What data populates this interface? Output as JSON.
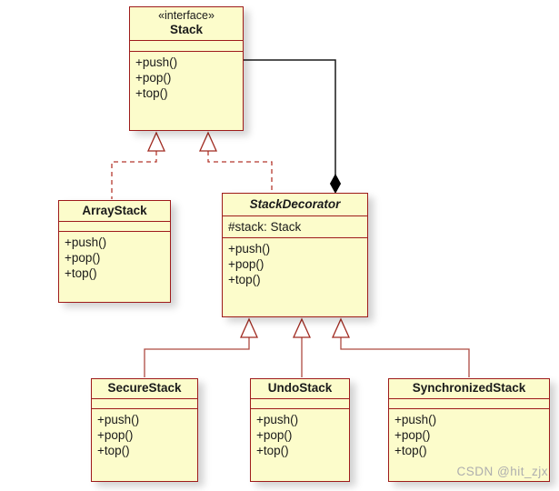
{
  "diagram": {
    "type": "uml-class-diagram",
    "watermark": "CSDN @hit_zjx",
    "colors": {
      "class_fill": "#fcfccb",
      "class_border": "#9e1b1b",
      "realization_line": "#b5382e",
      "generalization_line": "#ad4a42",
      "composition_line": "#1a1a1a",
      "watermark_text": "#aeaeae"
    },
    "classes": {
      "stack": {
        "stereotype": "«interface»",
        "name": "Stack",
        "operations": [
          "+push()",
          "+pop()",
          "+top()"
        ]
      },
      "array_stack": {
        "name": "ArrayStack",
        "operations": [
          "+push()",
          "+pop()",
          "+top()"
        ]
      },
      "stack_decorator": {
        "name": "StackDecorator",
        "abstract": true,
        "attributes": [
          "#stack: Stack"
        ],
        "operations": [
          "+push()",
          "+pop()",
          "+top()"
        ]
      },
      "secure_stack": {
        "name": "SecureStack",
        "operations": [
          "+push()",
          "+pop()",
          "+top()"
        ]
      },
      "undo_stack": {
        "name": "UndoStack",
        "operations": [
          "+push()",
          "+pop()",
          "+top()"
        ]
      },
      "synchronized_stack": {
        "name": "SynchronizedStack",
        "operations": [
          "+push()",
          "+pop()",
          "+top()"
        ]
      }
    },
    "relationships": [
      {
        "from": "ArrayStack",
        "to": "Stack",
        "type": "realization"
      },
      {
        "from": "StackDecorator",
        "to": "Stack",
        "type": "realization"
      },
      {
        "from": "StackDecorator",
        "to": "Stack",
        "type": "composition"
      },
      {
        "from": "SecureStack",
        "to": "StackDecorator",
        "type": "generalization"
      },
      {
        "from": "UndoStack",
        "to": "StackDecorator",
        "type": "generalization"
      },
      {
        "from": "SynchronizedStack",
        "to": "StackDecorator",
        "type": "generalization"
      }
    ]
  }
}
